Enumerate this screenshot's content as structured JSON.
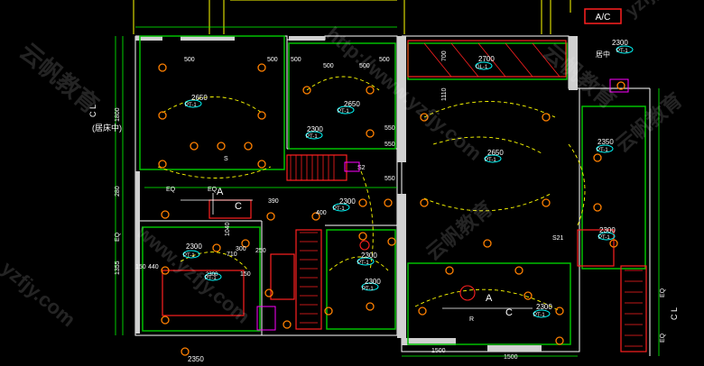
{
  "drawing": {
    "ac_label": "A/C",
    "ceiling_heights": [
      {
        "id": "h1",
        "text": "2650",
        "tag": "PT-1"
      },
      {
        "id": "h2",
        "text": "2650",
        "tag": "PT-1"
      },
      {
        "id": "h3",
        "text": "2300",
        "tag": "PT-1"
      },
      {
        "id": "h4",
        "text": "2300",
        "tag": "PT-1"
      },
      {
        "id": "h5",
        "text": "2300",
        "tag": "PT-1"
      },
      {
        "id": "h6",
        "text": "2300",
        "tag": "PT-1"
      },
      {
        "id": "h7",
        "text": "2300",
        "tag": "PT-1"
      },
      {
        "id": "h8",
        "text": "2300",
        "tag": "PT-1"
      },
      {
        "id": "h9",
        "text": "2700",
        "tag": "GL-1"
      },
      {
        "id": "h10",
        "text": "2650",
        "tag": "PT-1"
      },
      {
        "id": "h11",
        "text": "2300",
        "tag": "PT-1"
      },
      {
        "id": "h12",
        "text": "2350",
        "tag": "PT-1"
      },
      {
        "id": "h13",
        "text": "2300",
        "tag": "PT-1"
      },
      {
        "id": "h14",
        "text": "2300",
        "tag": "PT-1"
      },
      {
        "id": "h15",
        "text": "2350",
        "tag": "PT-1"
      }
    ],
    "dimensions": [
      "500",
      "500",
      "500",
      "500",
      "500",
      "500",
      "700",
      "1110",
      "1800",
      "280",
      "1355",
      "1500",
      "1500",
      "550",
      "550",
      "550",
      "390",
      "300",
      "440",
      "710",
      "150",
      "150",
      "250",
      "1040",
      "400",
      "EQ",
      "EQ",
      "EQ",
      "EQ",
      "EQ"
    ],
    "labels": {
      "center_left": "(居床中)",
      "center_right": "居中",
      "cl_left": "C L",
      "cl_right": "C L",
      "section_a": "A",
      "section_c": "C",
      "section_a2": "A",
      "section_c2": "C",
      "s_mark": "S",
      "r_mark": "R",
      "s2": "S2",
      "s21": "S21"
    },
    "watermarks": [
      "http://www.yzfjy.com",
      "云帆教育",
      "www.yzfjy.com",
      "yzfjy.com"
    ]
  },
  "colors": {
    "wall": "#ffffff",
    "yellow": "#ffff00",
    "red": "#ff2020",
    "green": "#00c000",
    "cyan": "#00ffff",
    "magenta": "#ff00ff",
    "orange": "#ff8000",
    "dim": "#00ff00"
  }
}
